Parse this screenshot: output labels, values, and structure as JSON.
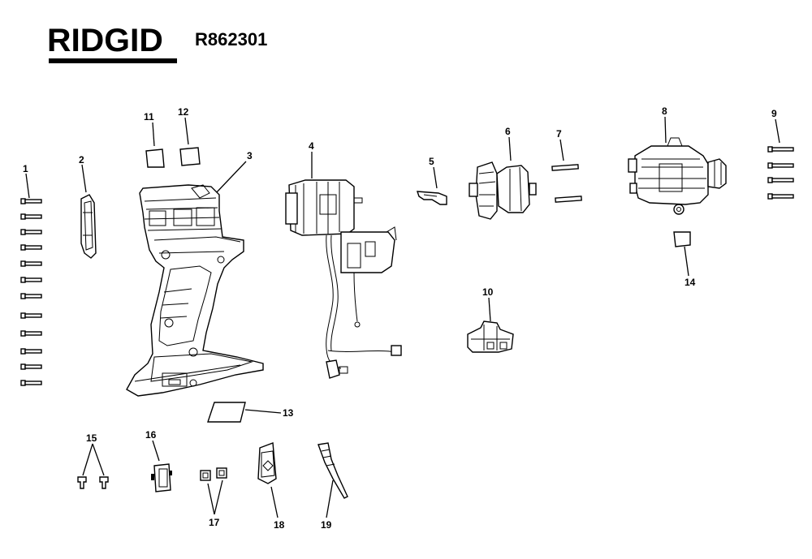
{
  "brand": "RIDGID",
  "model": "R862301",
  "callouts": {
    "c1": "1",
    "c2": "2",
    "c3": "3",
    "c4": "4",
    "c5": "5",
    "c6": "6",
    "c7": "7",
    "c8": "8",
    "c9": "9",
    "c10": "10",
    "c11": "11",
    "c12": "12",
    "c13": "13",
    "c14": "14",
    "c15": "15",
    "c16": "16",
    "c17": "17",
    "c18": "18",
    "c19": "19"
  }
}
